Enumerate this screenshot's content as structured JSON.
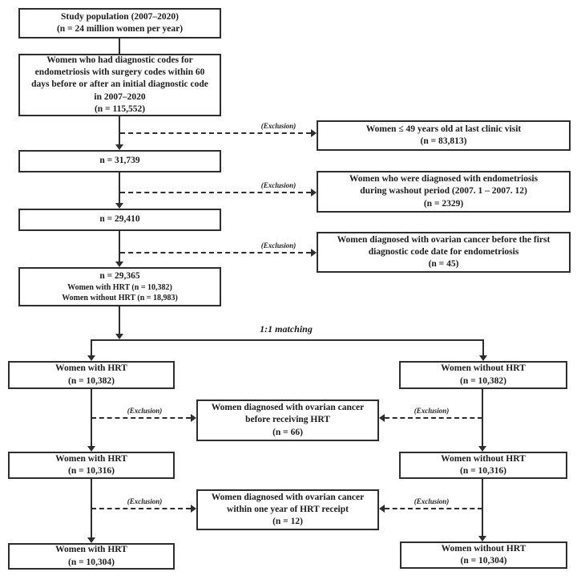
{
  "labels": {
    "exclusion": "(Exclusion)",
    "matching": "1:1 matching"
  },
  "main_flow": {
    "study_population": {
      "lines": [
        "Study population (2007–2020)",
        "(n = 24 million women per year)"
      ]
    },
    "diagnostic_codes": {
      "lines": [
        "Women who had diagnostic codes for",
        "endometriosis with surgery codes within 60",
        "days before or after an initial diagnostic code",
        "in 2007–2020",
        "(n = 115,552)"
      ]
    },
    "n_31739": {
      "lines": [
        "n = 31,739"
      ]
    },
    "n_29410": {
      "lines": [
        "n = 29,410"
      ]
    },
    "n_29365": {
      "lines": [
        "n = 29,365",
        "Women with HRT (n = 10,382)",
        "Women without HRT (n = 18,983)"
      ]
    }
  },
  "right_exclusions": {
    "age_limit": {
      "lines": [
        "Women ≤ 49 years old at last clinic visit",
        "(n = 83,813)"
      ]
    },
    "washout": {
      "lines": [
        "Women who were diagnosed with endometriosis",
        "during washout period (2007. 1 – 2007. 12)",
        "(n = 2329)"
      ]
    },
    "prior_cancer": {
      "lines": [
        "Women diagnosed with ovarian cancer before the first",
        "diagnostic code date for endometriosis",
        "(n = 45)"
      ]
    }
  },
  "hrt_column": {
    "matched": {
      "lines": [
        "Women with HRT",
        "(n = 10,382)"
      ]
    },
    "after_first_exclusion": {
      "lines": [
        "Women with HRT",
        "(n = 10,316)"
      ]
    },
    "final": {
      "lines": [
        "Women with HRT",
        "(n = 10,304)"
      ]
    }
  },
  "no_hrt_column": {
    "matched": {
      "lines": [
        "Women without HRT",
        "(n = 10,382)"
      ]
    },
    "after_first_exclusion": {
      "lines": [
        "Women without HRT",
        "(n = 10,316)"
      ]
    },
    "final": {
      "lines": [
        "Women without HRT",
        "(n = 10,304)"
      ]
    }
  },
  "middle_exclusions": {
    "cancer_before_hrt": {
      "lines": [
        "Women diagnosed with ovarian cancer",
        "before receiving HRT",
        "(n = 66)"
      ]
    },
    "cancer_within_year": {
      "lines": [
        "Women diagnosed with ovarian cancer",
        "within one year of HRT receipt",
        "(n = 12)"
      ]
    }
  }
}
